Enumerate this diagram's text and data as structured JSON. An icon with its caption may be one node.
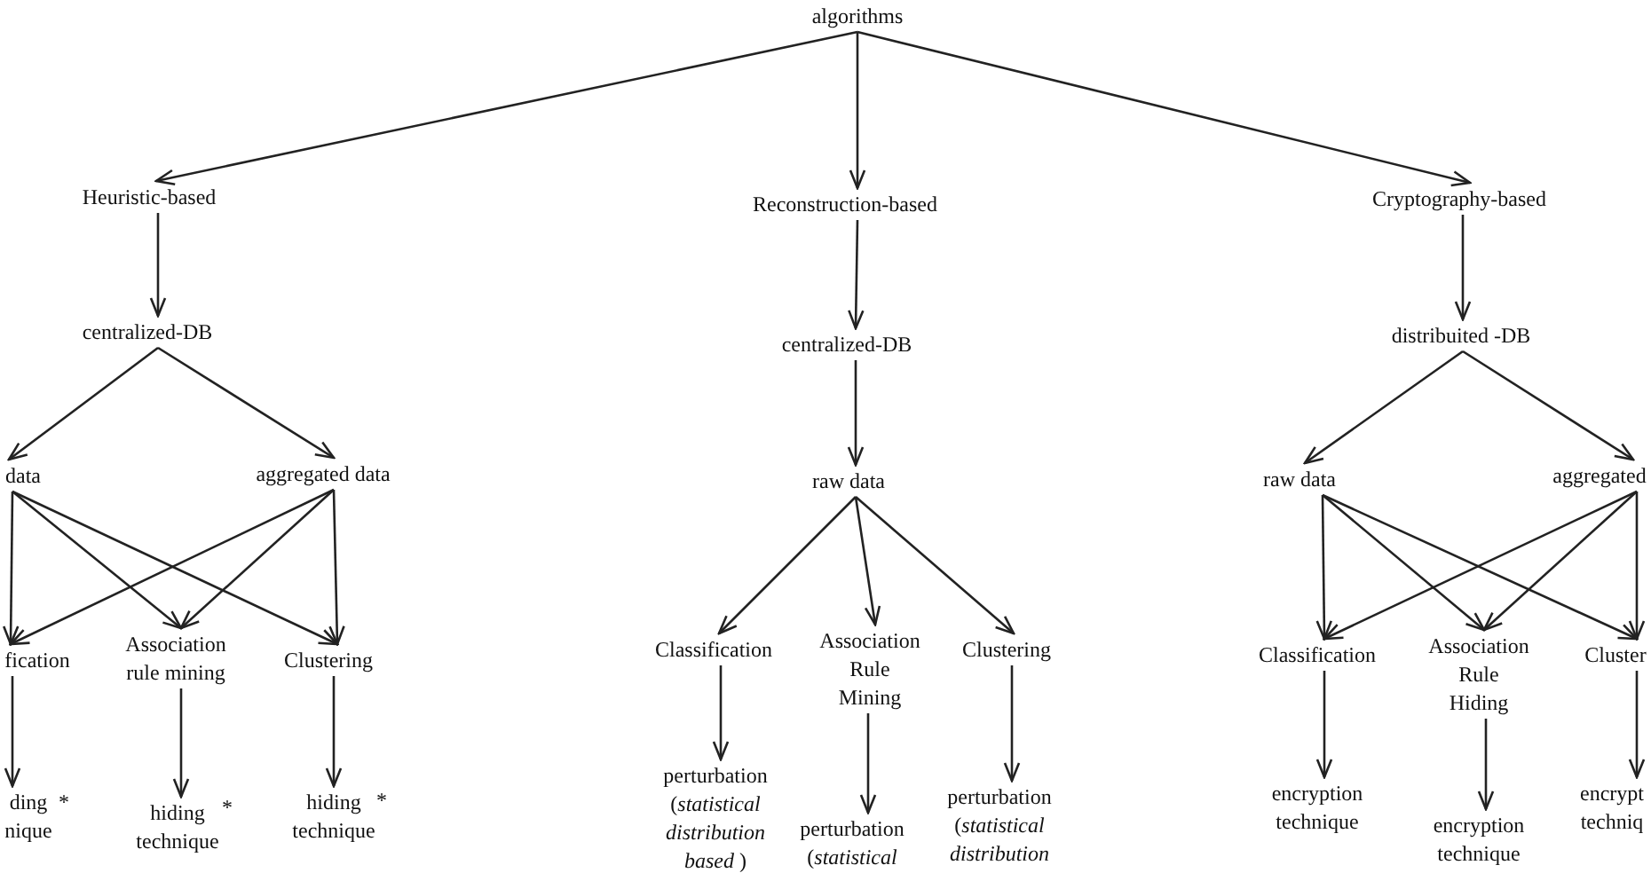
{
  "diagram": {
    "nodes": [
      {
        "text": [
          "algorithms"
        ]
      },
      {
        "text": [
          "Heuristic-based"
        ]
      },
      {
        "text": [
          "Reconstruction-based"
        ]
      },
      {
        "text": [
          "Cryptography-based"
        ]
      },
      {
        "text": [
          "centralized-DB"
        ]
      },
      {
        "text": [
          "centralized-DB"
        ]
      },
      {
        "text": [
          "distribuited -DB"
        ]
      },
      {
        "text": [
          "data"
        ]
      },
      {
        "text": [
          "aggregated data"
        ]
      },
      {
        "text": [
          "raw data"
        ]
      },
      {
        "text": [
          "raw data"
        ]
      },
      {
        "text": [
          "aggregated"
        ]
      },
      {
        "text": [
          "fication"
        ]
      },
      {
        "text": [
          "Association rule mining"
        ]
      },
      {
        "text": [
          "Clustering"
        ]
      },
      {
        "text": [
          "Classification"
        ]
      },
      {
        "text": [
          "Association Rule Mining"
        ]
      },
      {
        "text": [
          "Clustering"
        ]
      },
      {
        "text": [
          "Classification"
        ]
      },
      {
        "text": [
          "Association Rule Hiding"
        ]
      },
      {
        "text": [
          "Cluster"
        ]
      },
      {
        "text": [
          "ding nique"
        ],
        "beside": [
          "*"
        ]
      },
      {
        "text": [
          "hiding technique"
        ],
        "beside": [
          "*"
        ]
      },
      {
        "text": [
          "hiding technique"
        ],
        "beside": [
          "*"
        ]
      },
      {
        "text": [
          "perturbation (*statistical distribution based* )"
        ]
      },
      {
        "text": [
          "perturbation (*statistical*"
        ]
      },
      {
        "text": [
          "perturbation (*statistical distribution*"
        ]
      },
      {
        "text": [
          "encryption technique"
        ]
      },
      {
        "text": [
          "encryption technique"
        ]
      },
      {
        "text": [
          "encrypt techniq"
        ]
      }
    ],
    "edges": [
      {
        "from": 0,
        "to": 1,
        "arrow": "to"
      },
      {
        "from": 0,
        "to": 2,
        "arrow": "to"
      },
      {
        "from": 0,
        "to": 3,
        "arrow": "to"
      },
      {
        "from": 1,
        "to": 4,
        "arrow": "to"
      },
      {
        "from": 2,
        "to": 5,
        "arrow": "to"
      },
      {
        "from": 3,
        "to": 6,
        "arrow": "to"
      },
      {
        "from": 4,
        "to": 7,
        "arrow": "to"
      },
      {
        "from": 4,
        "to": 8,
        "arrow": "to"
      },
      {
        "from": 5,
        "to": 9,
        "arrow": "to"
      },
      {
        "from": 6,
        "to": 10,
        "arrow": "to"
      },
      {
        "from": 6,
        "to": 11,
        "arrow": "to"
      },
      {
        "from": 7,
        "to": 12,
        "arrow": "to"
      },
      {
        "from": 7,
        "to": 13,
        "arrow": "to"
      },
      {
        "from": 7,
        "to": 14,
        "arrow": "to"
      },
      {
        "from": 8,
        "to": 12,
        "arrow": "to"
      },
      {
        "from": 8,
        "to": 13,
        "arrow": "to"
      },
      {
        "from": 8,
        "to": 14,
        "arrow": "to"
      },
      {
        "from": 9,
        "to": 15,
        "arrow": "to"
      },
      {
        "from": 9,
        "to": 16,
        "arrow": "to"
      },
      {
        "from": 9,
        "to": 17,
        "arrow": "to"
      },
      {
        "from": 10,
        "to": 18,
        "arrow": "to"
      },
      {
        "from": 10,
        "to": 19,
        "arrow": "to"
      },
      {
        "from": 10,
        "to": 20,
        "arrow": "to"
      },
      {
        "from": 11,
        "to": 18,
        "arrow": "to"
      },
      {
        "from": 11,
        "to": 19,
        "arrow": "to"
      },
      {
        "from": 11,
        "to": 20,
        "arrow": "to"
      },
      {
        "from": 12,
        "to": 21,
        "arrow": "to"
      },
      {
        "from": 13,
        "to": 22,
        "arrow": "to"
      },
      {
        "from": 14,
        "to": 23,
        "arrow": "to"
      },
      {
        "from": 15,
        "to": 24,
        "arrow": "to"
      },
      {
        "from": 16,
        "to": 25,
        "arrow": "to"
      },
      {
        "from": 17,
        "to": 26,
        "arrow": "to"
      },
      {
        "from": 18,
        "to": 27,
        "arrow": "to"
      },
      {
        "from": 19,
        "to": 28,
        "arrow": "to"
      },
      {
        "from": 20,
        "to": 29,
        "arrow": "to"
      }
    ]
  }
}
